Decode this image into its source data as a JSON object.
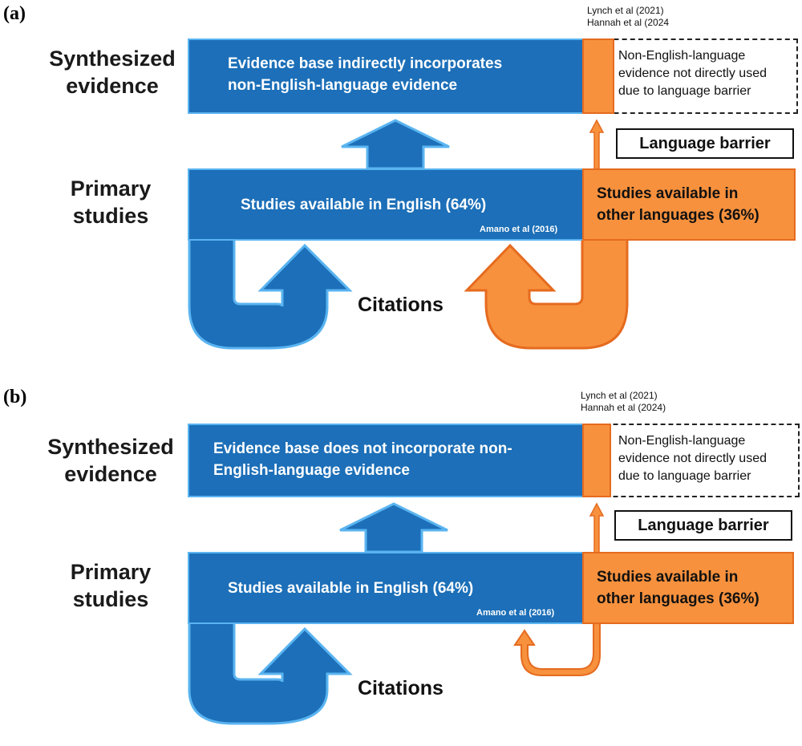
{
  "colors": {
    "blue": "#1c6fb8",
    "blue_border": "#5ab4f0",
    "orange": "#f7913d",
    "orange_border": "#e56b1f"
  },
  "panels": [
    {
      "label": "(a)",
      "refs_top": [
        "Lynch et al (2021)",
        "Hannah et al (2024"
      ],
      "synth_label": [
        "Synthesized",
        "evidence"
      ],
      "synth_text": [
        "Evidence base indirectly incorporates",
        "non-English-language evidence"
      ],
      "dashed_text": [
        "Non-English-language",
        "evidence not directly used",
        "due to language barrier"
      ],
      "barrier": "Language barrier",
      "primary_label": [
        "Primary",
        "studies"
      ],
      "english_text": "Studies available in English (64%)",
      "amano": "Amano et al (2016)",
      "other_text": [
        "Studies available in",
        "other languages (36%)"
      ],
      "citations": "Citations"
    },
    {
      "label": "(b)",
      "refs_top": [
        "Lynch et al (2021)",
        "Hannah et al (2024)"
      ],
      "synth_label": [
        "Synthesized",
        "evidence"
      ],
      "synth_text": [
        "Evidence base does not incorporate non-",
        "English-language evidence"
      ],
      "dashed_text": [
        "Non-English-language",
        "evidence not directly used",
        "due to language barrier"
      ],
      "barrier": "Language barrier",
      "primary_label": [
        "Primary",
        "studies"
      ],
      "english_text": "Studies available in English (64%)",
      "amano": "Amano et al (2016)",
      "other_text": [
        "Studies available in",
        "other languages (36%)"
      ],
      "citations": "Citations"
    }
  ]
}
